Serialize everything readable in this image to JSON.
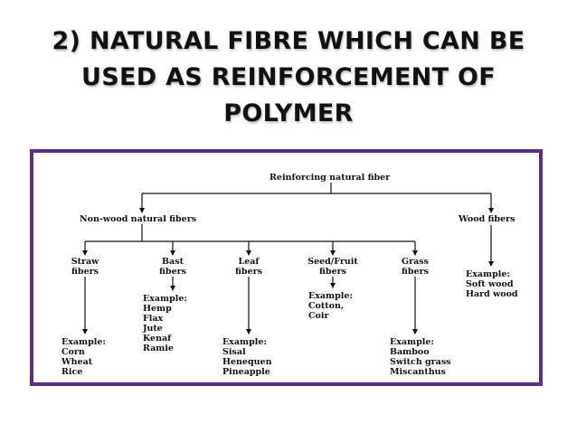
{
  "title": {
    "line1": "2) NATURAL FIBRE WHICH CAN BE",
    "line2": "USED AS REINFORCEMENT OF",
    "line3": "POLYMER"
  },
  "diagram": {
    "root": "Reinforcing natural fiber",
    "non_wood": "Non-wood natural fibers",
    "wood": "Wood fibers",
    "wood_example": [
      "Example:",
      "Soft wood",
      "Hard wood"
    ],
    "categories": [
      {
        "name": [
          "Straw",
          "fibers"
        ],
        "example": [
          "Example:",
          "Corn",
          "Wheat",
          "Rice"
        ]
      },
      {
        "name": [
          "Bast",
          "fibers"
        ],
        "example": [
          "Example:",
          "Hemp",
          "Flax",
          "Jute",
          "Kenaf",
          "Ramie"
        ]
      },
      {
        "name": [
          "Leaf",
          "fibers"
        ],
        "example": [
          "Example:",
          "Sisal",
          "Henequen",
          "Pineapple"
        ]
      },
      {
        "name": [
          "Seed/Fruit",
          "fibers"
        ],
        "example": [
          "Example:",
          "Cotton,",
          "Coir"
        ]
      },
      {
        "name": [
          "Grass",
          "fibers"
        ],
        "example": [
          "Example:",
          "Bamboo",
          "Switch grass",
          "Miscanthus"
        ]
      }
    ]
  },
  "colors": {
    "frame": "#5b2d86",
    "lines": "#111111"
  }
}
